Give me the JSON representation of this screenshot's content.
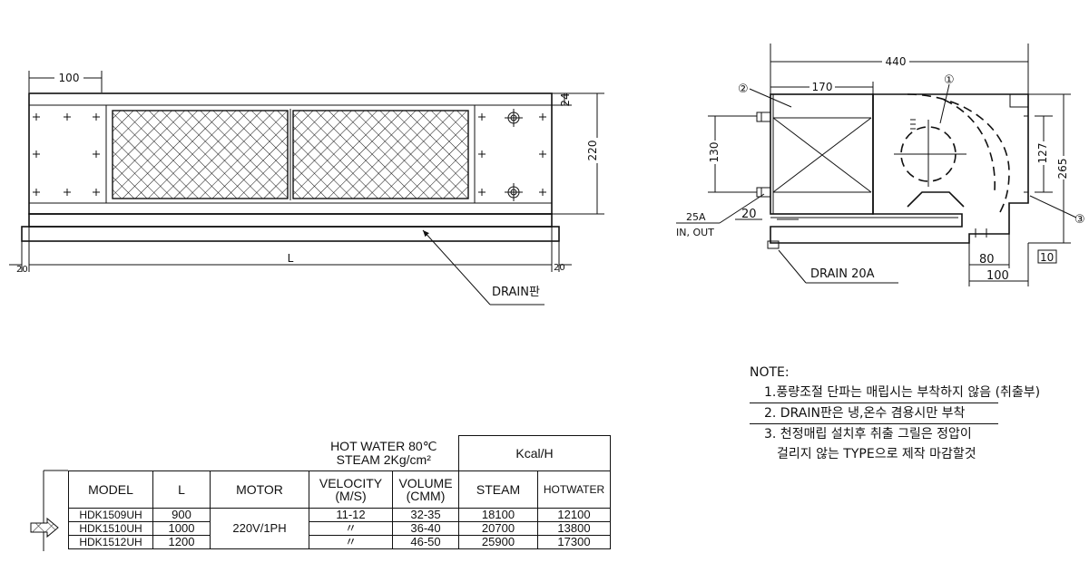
{
  "front_view": {
    "dim_top": "100",
    "dim_right_small": "24",
    "dim_right_height": "220",
    "dim_left": "20",
    "dim_length": "L",
    "dim_right": "20",
    "drain_label": "DRAIN판"
  },
  "side_view": {
    "dim_width": "440",
    "dim_170": "170",
    "dim_130": "130",
    "dim_127": "127",
    "dim_265": "265",
    "dim_20": "20",
    "dim_80": "80",
    "dim_100": "100",
    "dim_10": "10",
    "pipe_label_1": "25A",
    "pipe_label_2": "IN, OUT",
    "drain_label": "DRAIN  20A",
    "callout_1": "①",
    "callout_2": "②",
    "callout_3": "③"
  },
  "notes": {
    "title": "NOTE:",
    "items": [
      "1.풍량조절 단파는 매립시는 부착하지 않음 (취출부)",
      "2. DRAIN판은 냉,온수 겸용시만 부착",
      "3. 천정매립 설치후  취출 그릴은 정압이",
      "걸리지 않는 TYPE으로  제작  마감할것"
    ]
  },
  "table": {
    "condition_1": "HOT WATER  80℃",
    "condition_2": "STEAM  2Kg/cm²",
    "group_header": "Kcal/H",
    "headers": [
      "MODEL",
      "L",
      "MOTOR",
      "VELOCITY (M/S)",
      "VOLUME (CMM)",
      "STEAM",
      "HOTWATER"
    ],
    "motor": "220V/1PH",
    "rows": [
      {
        "model": "HDK1509UH",
        "l": "900",
        "velocity": "11-12",
        "volume": "32-35",
        "steam": "18100",
        "hotwater": "12100"
      },
      {
        "model": "HDK1510UH",
        "l": "1000",
        "velocity": "〃",
        "volume": "36-40",
        "steam": "20700",
        "hotwater": "13800"
      },
      {
        "model": "HDK1512UH",
        "l": "1200",
        "velocity": "〃",
        "volume": "46-50",
        "steam": "25900",
        "hotwater": "17300"
      }
    ]
  }
}
